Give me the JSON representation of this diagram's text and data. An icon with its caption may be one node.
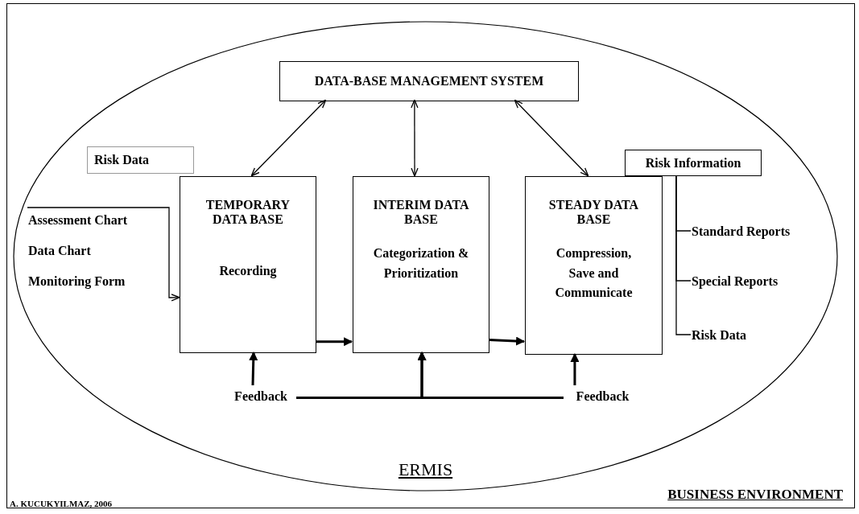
{
  "diagram": {
    "nodes": [
      {
        "text": [
          "BUSINESS ENVIRONMENT"
        ]
      },
      {
        "text": [
          "ERMIS"
        ],
        "in": 0
      },
      {
        "text": [
          "DATA-BASE MANAGEMENT SYSTEM"
        ],
        "in": 1
      },
      {
        "text": [
          "Risk Data"
        ],
        "in": 1
      },
      {
        "text": [
          "TEMPORARY DATA BASE",
          "Recording"
        ],
        "in": 1
      },
      {
        "text": [
          "INTERIM DATA BASE",
          "Categorization & Prioritization"
        ],
        "in": 1
      },
      {
        "text": [
          "STEADY DATA BASE",
          "Compression, Save and Communicate"
        ],
        "in": 1
      },
      {
        "text": [
          "Risk Information"
        ],
        "in": 1
      },
      {
        "text": [
          "Assessment Chart",
          "Data Chart",
          "Monitoring Form"
        ],
        "in": 1
      },
      {
        "text": [
          "Standard Reports"
        ],
        "in": 1
      },
      {
        "text": [
          "Special Reports"
        ],
        "in": 1
      },
      {
        "text": [
          "Risk Data"
        ],
        "in": 1
      },
      {
        "text": [
          "Feedback"
        ],
        "in": 1
      },
      {
        "text": [
          "Feedback"
        ],
        "in": 1
      }
    ],
    "edges": [
      {
        "from": 2,
        "to": 4,
        "arrow": "both"
      },
      {
        "from": 2,
        "to": 5,
        "arrow": "both"
      },
      {
        "from": 2,
        "to": 6,
        "arrow": "both"
      },
      {
        "from": 8,
        "to": 4,
        "arrow": "to"
      },
      {
        "from": 4,
        "to": 5,
        "arrow": "to",
        "style": "thick"
      },
      {
        "from": 5,
        "to": 6,
        "arrow": "to",
        "style": "thick"
      },
      {
        "from": 12,
        "to": 4,
        "arrow": "to",
        "style": "thick"
      },
      {
        "from": 12,
        "to": 5,
        "arrow": "to",
        "style": "thick"
      },
      {
        "from": 13,
        "to": 5,
        "arrow": "to",
        "style": "thick"
      },
      {
        "from": 13,
        "to": 6,
        "arrow": "to",
        "style": "thick"
      },
      {
        "from": 7,
        "to": 9,
        "arrow": "none"
      },
      {
        "from": 7,
        "to": 10,
        "arrow": "none"
      },
      {
        "from": 7,
        "to": 11,
        "arrow": "none"
      }
    ],
    "labels": [
      "A. KUCUKYILMAZ, 2006"
    ]
  }
}
